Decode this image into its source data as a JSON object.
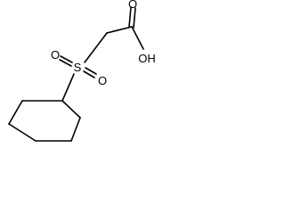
{
  "molecule": {
    "atoms": {
      "sulfur": "S",
      "sulfonyl_oxygen_upper": "O",
      "sulfonyl_oxygen_lower": "O",
      "carbonyl_oxygen": "O",
      "hydroxyl": "OH"
    },
    "colors": {
      "bond": "#000000",
      "label": "#000000",
      "background": "#ffffff"
    }
  }
}
